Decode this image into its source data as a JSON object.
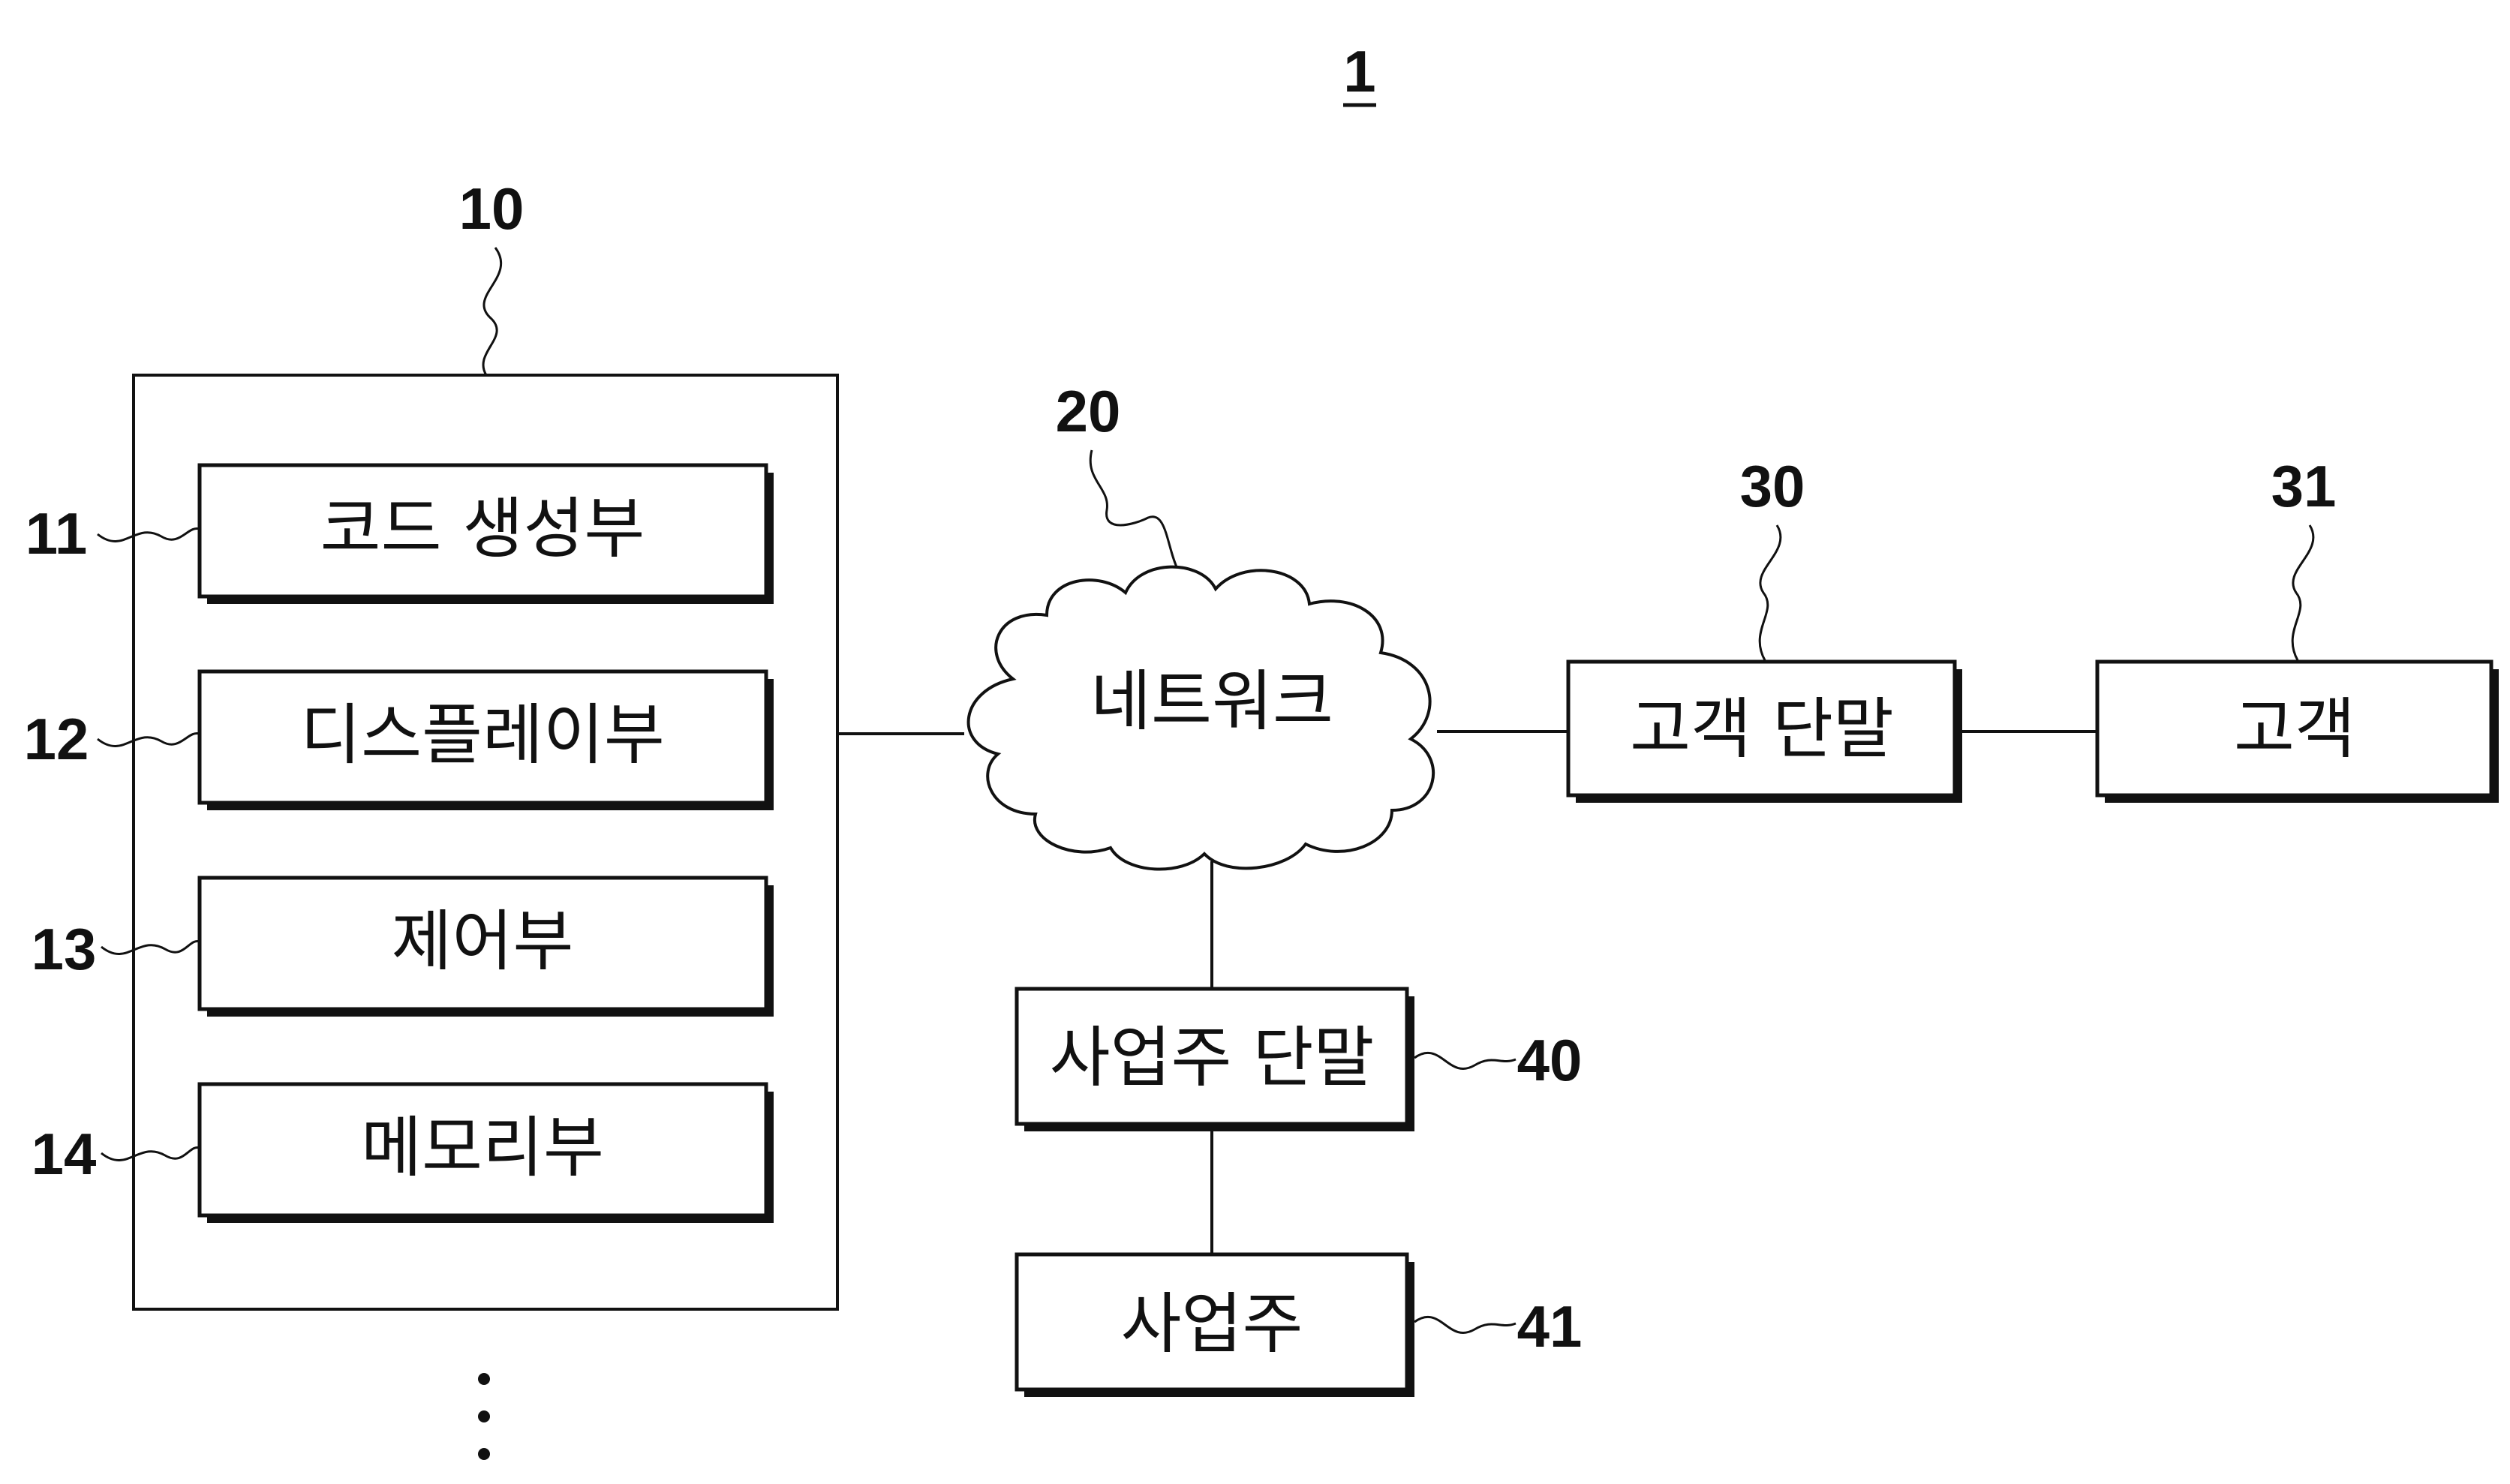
{
  "figure": {
    "number": "1"
  },
  "server": {
    "ref": "10",
    "units": [
      {
        "ref": "11",
        "label": "코드 생성부"
      },
      {
        "ref": "12",
        "label": "디스플레이부"
      },
      {
        "ref": "13",
        "label": "제어부"
      },
      {
        "ref": "14",
        "label": "메모리부"
      }
    ],
    "ellipsis": "⋮"
  },
  "network": {
    "ref": "20",
    "label": "네트워크"
  },
  "customer_terminal": {
    "ref": "30",
    "label": "고객 단말"
  },
  "customer": {
    "ref": "31",
    "label": "고객"
  },
  "owner_terminal": {
    "ref": "40",
    "label": "사업주 단말"
  },
  "owner": {
    "ref": "41",
    "label": "사업주"
  },
  "colors": {
    "line": "#111111",
    "background": "#ffffff"
  }
}
